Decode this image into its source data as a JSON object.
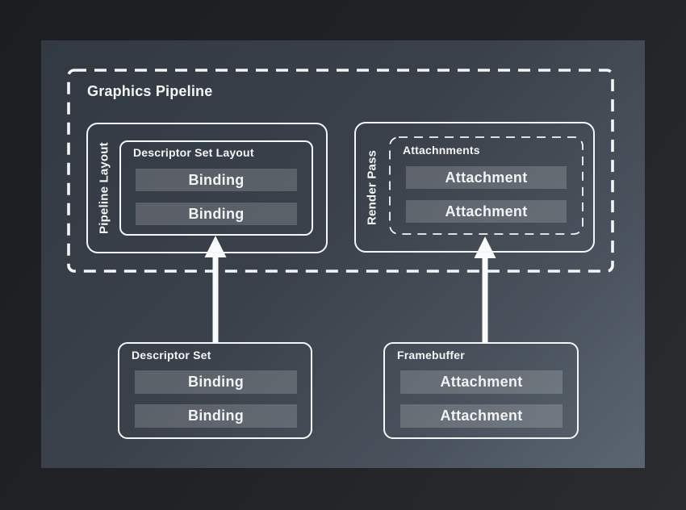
{
  "diagram": {
    "title": "Graphics Pipeline",
    "pipeline_layout": {
      "label": "Pipeline Layout",
      "descriptor_set_layout": {
        "label": "Descriptor Set Layout",
        "bindings": [
          "Binding",
          "Binding"
        ]
      }
    },
    "render_pass": {
      "label": "Render Pass",
      "attachments_group": {
        "label": "Attachnments",
        "attachments": [
          "Attachment",
          "Attachment"
        ]
      }
    },
    "descriptor_set": {
      "label": "Descriptor Set",
      "bindings": [
        "Binding",
        "Binding"
      ]
    },
    "framebuffer": {
      "label": "Framebuffer",
      "attachments": [
        "Attachment",
        "Attachment"
      ]
    },
    "colors": {
      "background_outer": "#1d1f22",
      "panel_dark": "#323943",
      "panel_light": "#5b6570",
      "stroke": "#f4f5f6",
      "bar_fill": "#59626e",
      "text": "#f2f3f5"
    }
  }
}
